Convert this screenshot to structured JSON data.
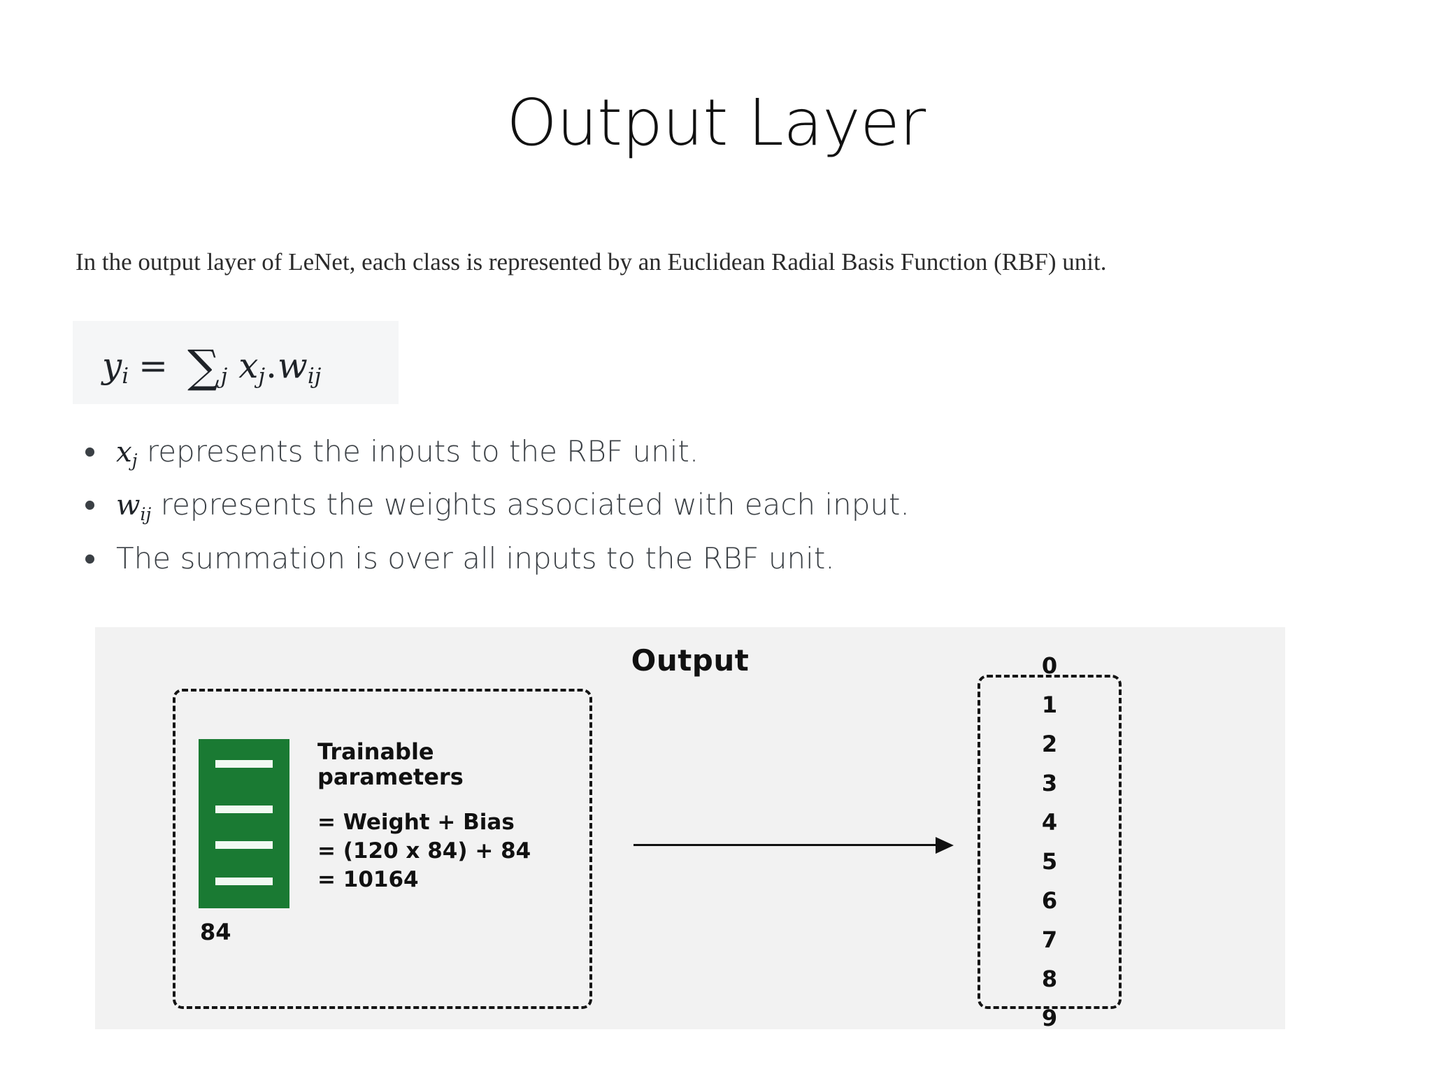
{
  "slide": {
    "title": "Output Layer",
    "intro": "In the output layer of LeNet, each class is represented by an Euclidean Radial Basis Function (RBF) unit."
  },
  "formula": {
    "plain": "y_i = Σ_j x_j . w_ij",
    "lhs_var": "y",
    "lhs_sub": "i",
    "equals": "=",
    "sum_symbol": "∑",
    "sum_sub": "j",
    "term1_var": "x",
    "term1_sub": "j",
    "operator": ".",
    "term2_var": "w",
    "term2_sub": "ij"
  },
  "bullets": [
    {
      "math_var": "x",
      "math_sub": "j",
      "text": " represents the inputs to the RBF unit."
    },
    {
      "math_var": "w",
      "math_sub": "ij",
      "text": " represents the weights associated with each input."
    },
    {
      "math_var": "",
      "math_sub": "",
      "text": "The summation is over all inputs to the RBF unit."
    }
  ],
  "diagram": {
    "heading": "Output",
    "feature_bar": {
      "label": "84",
      "color": "#1a7a33",
      "slot_count": 4
    },
    "params": {
      "title_line1": "Trainable",
      "title_line2": "parameters",
      "lines": [
        "= Weight + Bias",
        "= (120 x 84) + 84",
        "= 10164"
      ]
    },
    "arrow": {
      "direction": "right",
      "color": "#111111"
    },
    "classes": [
      "0",
      "1",
      "2",
      "3",
      "4",
      "5",
      "6",
      "7",
      "8",
      "9"
    ],
    "panel_background": "#f2f2f2"
  }
}
